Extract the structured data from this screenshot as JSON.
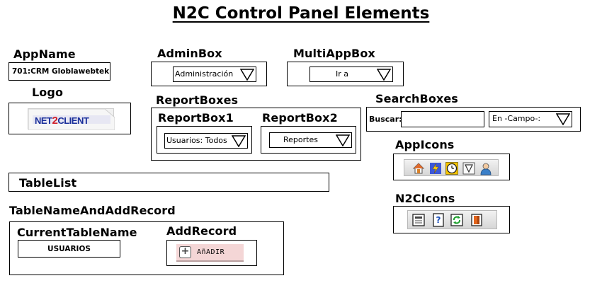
{
  "title": "N2C Control Panel Elements",
  "app_name": {
    "label": "AppName",
    "value": "701:CRM Globlawebtek"
  },
  "logo": {
    "label": "Logo",
    "logo_text_a": "NET",
    "logo_text_b": "2",
    "logo_text_c": "CLIENT"
  },
  "admin_box": {
    "label": "AdminBox",
    "select_value": "Administración"
  },
  "multi_app_box": {
    "label": "MultiAppBox",
    "select_value": "Ir a"
  },
  "report_boxes": {
    "label": "ReportBoxes",
    "box1": {
      "label": "ReportBox1",
      "select_value": "Usuarios: Todos"
    },
    "box2": {
      "label": "ReportBox2",
      "select_value": "Reportes"
    }
  },
  "search_boxes": {
    "label": "SearchBoxes",
    "search_label": "Buscar:",
    "search_value": "",
    "field_select_value": "En -Campo-:"
  },
  "app_icons": {
    "label": "AppIcons",
    "icons": [
      "home-icon",
      "lightning-icon",
      "clock-icon",
      "filter-icon",
      "user-icon"
    ]
  },
  "n2c_icons": {
    "label": "N2CIcons",
    "icons": [
      "document-icon",
      "help-icon",
      "refresh-icon",
      "exit-icon"
    ]
  },
  "table_list": {
    "label": "TableList"
  },
  "table_name_and_add_record": {
    "label": "TableNameAndAddRecord",
    "current_table_name": {
      "label": "CurrentTableName",
      "value": "USUARIOS"
    },
    "add_record": {
      "label": "AddRecord",
      "button_label": "AñADIR"
    }
  },
  "colors": {
    "logo_blue": "#1a2f9a",
    "logo_red": "#d0202a",
    "button_bg": "#f4d6d6",
    "iconbar_bg": "#dddddd"
  }
}
